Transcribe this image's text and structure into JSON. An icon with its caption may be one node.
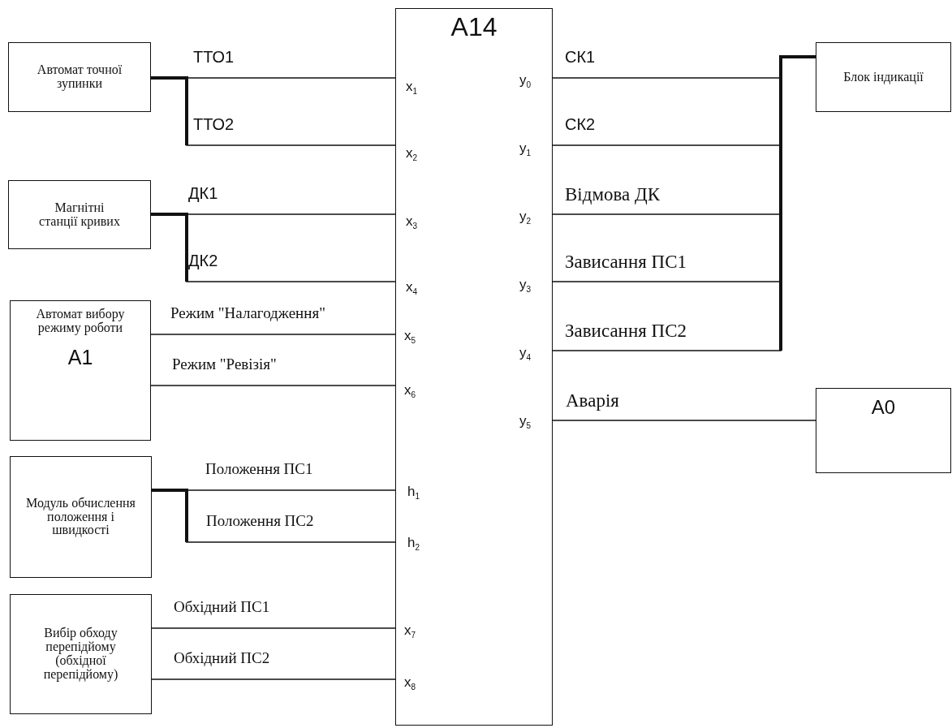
{
  "diagram": {
    "nodes": [
      {
        "text": [
          "Автомат точної зупинки"
        ]
      },
      {
        "text": [
          "Магнітні станції кривих"
        ]
      },
      {
        "text": [
          "Автомат вибору режиму роботи",
          "А1"
        ]
      },
      {
        "text": [
          "Модуль обчислення положення і швидкості"
        ]
      },
      {
        "text": [
          "Вибір обходу перепідйому (обхідної перепідйому)"
        ]
      },
      {
        "text": [
          "А14"
        ]
      },
      {
        "text": [
          "Блок індикації"
        ]
      },
      {
        "text": [
          "А0"
        ]
      }
    ],
    "edges": [
      {
        "from": 0,
        "to": 5,
        "arrow": "none",
        "label": "ТТО1"
      },
      {
        "from": 0,
        "to": 5,
        "arrow": "none",
        "label": "ТТО2"
      },
      {
        "from": 1,
        "to": 5,
        "arrow": "none",
        "label": "ДК1"
      },
      {
        "from": 1,
        "to": 5,
        "arrow": "none",
        "label": "ДК2"
      },
      {
        "from": 2,
        "to": 5,
        "arrow": "none",
        "label": "Режим \"Налагодження\""
      },
      {
        "from": 2,
        "to": 5,
        "arrow": "none",
        "label": "Режим \"Ревізія\""
      },
      {
        "from": 3,
        "to": 5,
        "arrow": "none",
        "label": "Положення ПС1"
      },
      {
        "from": 3,
        "to": 5,
        "arrow": "none",
        "label": "Положення ПС2"
      },
      {
        "from": 4,
        "to": 5,
        "arrow": "none",
        "label": "Обхідний ПС1"
      },
      {
        "from": 4,
        "to": 5,
        "arrow": "none",
        "label": "Обхідний ПС2"
      },
      {
        "from": 5,
        "to": 6,
        "arrow": "none",
        "label": "СК1"
      },
      {
        "from": 5,
        "to": 6,
        "arrow": "none",
        "label": "СК2"
      },
      {
        "from": 5,
        "to": 6,
        "arrow": "none",
        "label": "Відмова ДК"
      },
      {
        "from": 5,
        "to": 6,
        "arrow": "none",
        "label": "Зависання ПС1"
      },
      {
        "from": 5,
        "to": 6,
        "arrow": "none",
        "label": "Зависання ПС2"
      },
      {
        "from": 5,
        "to": 7,
        "arrow": "none",
        "label": "Аварія"
      }
    ],
    "labels": [
      "x$_{1}$",
      "x$_{2}$",
      "x$_{3}$",
      "x$_{4}$",
      "x$_{5}$",
      "x$_{6}$",
      "h$_{1}$",
      "h$_{2}$",
      "x$_{7}$",
      "x$_{8}$",
      "y$_{0}$",
      "y$_{1}$",
      "y$_{2}$",
      "y$_{3}$",
      "y$_{4}$",
      "y$_{5}$"
    ]
  }
}
